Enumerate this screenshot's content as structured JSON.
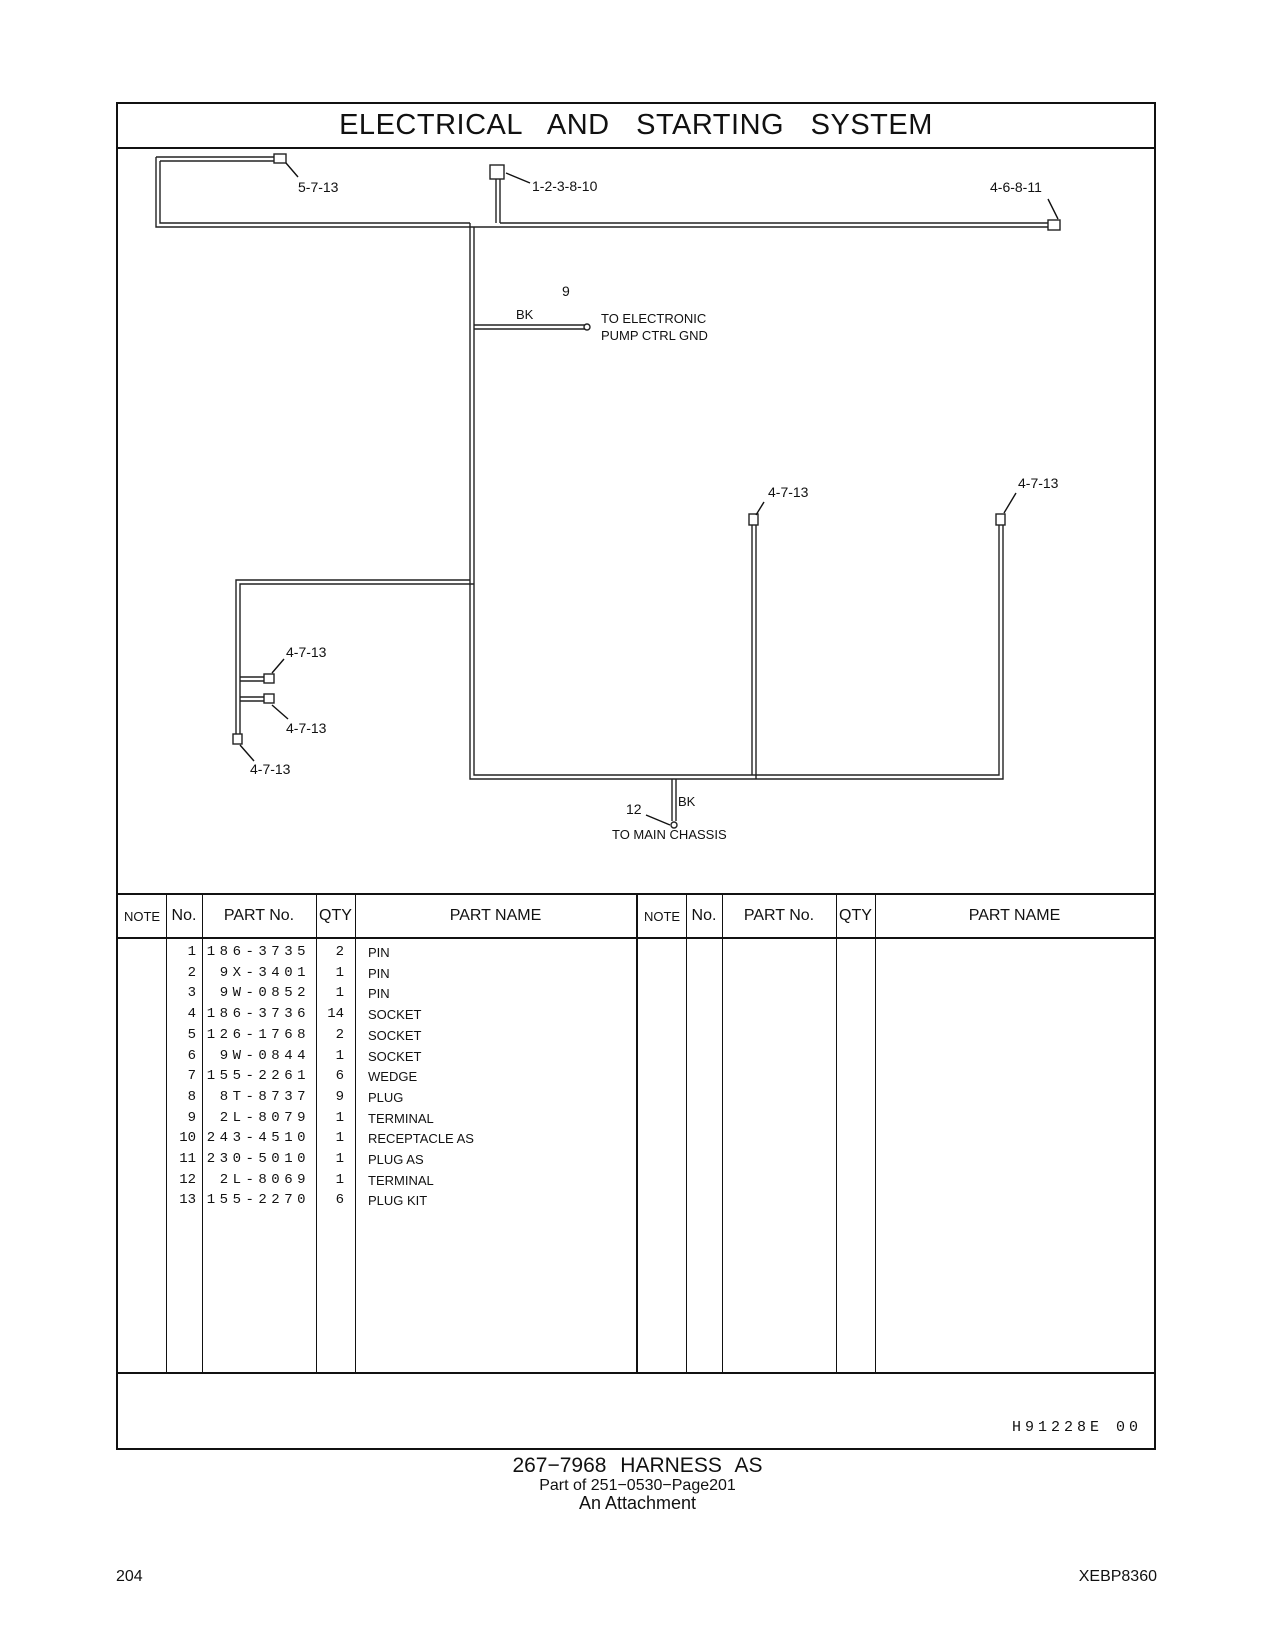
{
  "title": "ELECTRICAL AND STARTING SYSTEM",
  "diagram": {
    "labels": {
      "top_left": "5-7-13",
      "top_mid": "1-2-3-8-10",
      "top_right": "4-6-8-11",
      "ground_num": "9",
      "ground_wire": "BK",
      "ground_line1": "TO ELECTRONIC",
      "ground_line2": "PUMP CTRL GND",
      "mid_right_a": "4-7-13",
      "mid_right_b": "4-7-13",
      "left_a": "4-7-13",
      "left_b": "4-7-13",
      "left_c": "4-7-13",
      "chassis_num": "12",
      "chassis_wire": "BK",
      "chassis_text": "TO MAIN CHASSIS"
    }
  },
  "table": {
    "headers": {
      "note": "NOTE",
      "no": "No.",
      "part_no": "PART No.",
      "qty": "QTY",
      "part_name": "PART NAME"
    },
    "rows": [
      {
        "no": "1",
        "part_no": "186-3735",
        "qty": "2",
        "name": "PIN"
      },
      {
        "no": "2",
        "part_no": "9X-3401",
        "qty": "1",
        "name": "PIN"
      },
      {
        "no": "3",
        "part_no": "9W-0852",
        "qty": "1",
        "name": "PIN"
      },
      {
        "no": "4",
        "part_no": "186-3736",
        "qty": "14",
        "name": "SOCKET"
      },
      {
        "no": "5",
        "part_no": "126-1768",
        "qty": "2",
        "name": "SOCKET"
      },
      {
        "no": "6",
        "part_no": "9W-0844",
        "qty": "1",
        "name": "SOCKET"
      },
      {
        "no": "7",
        "part_no": "155-2261",
        "qty": "6",
        "name": "WEDGE"
      },
      {
        "no": "8",
        "part_no": "8T-8737",
        "qty": "9",
        "name": "PLUG"
      },
      {
        "no": "9",
        "part_no": "2L-8079",
        "qty": "1",
        "name": "TERMINAL"
      },
      {
        "no": "10",
        "part_no": "243-4510",
        "qty": "1",
        "name": "RECEPTACLE AS"
      },
      {
        "no": "11",
        "part_no": "230-5010",
        "qty": "1",
        "name": "PLUG AS"
      },
      {
        "no": "12",
        "part_no": "2L-8069",
        "qty": "1",
        "name": "TERMINAL"
      },
      {
        "no": "13",
        "part_no": "155-2270",
        "qty": "6",
        "name": "PLUG KIT"
      }
    ]
  },
  "drawing_code": "H91228E 00",
  "caption": {
    "main": "267−7968 HARNESS AS",
    "sub": "Part of 251−0530−Page201",
    "sub2": "An Attachment"
  },
  "page_number": "204",
  "doc_code": "XEBP8360"
}
